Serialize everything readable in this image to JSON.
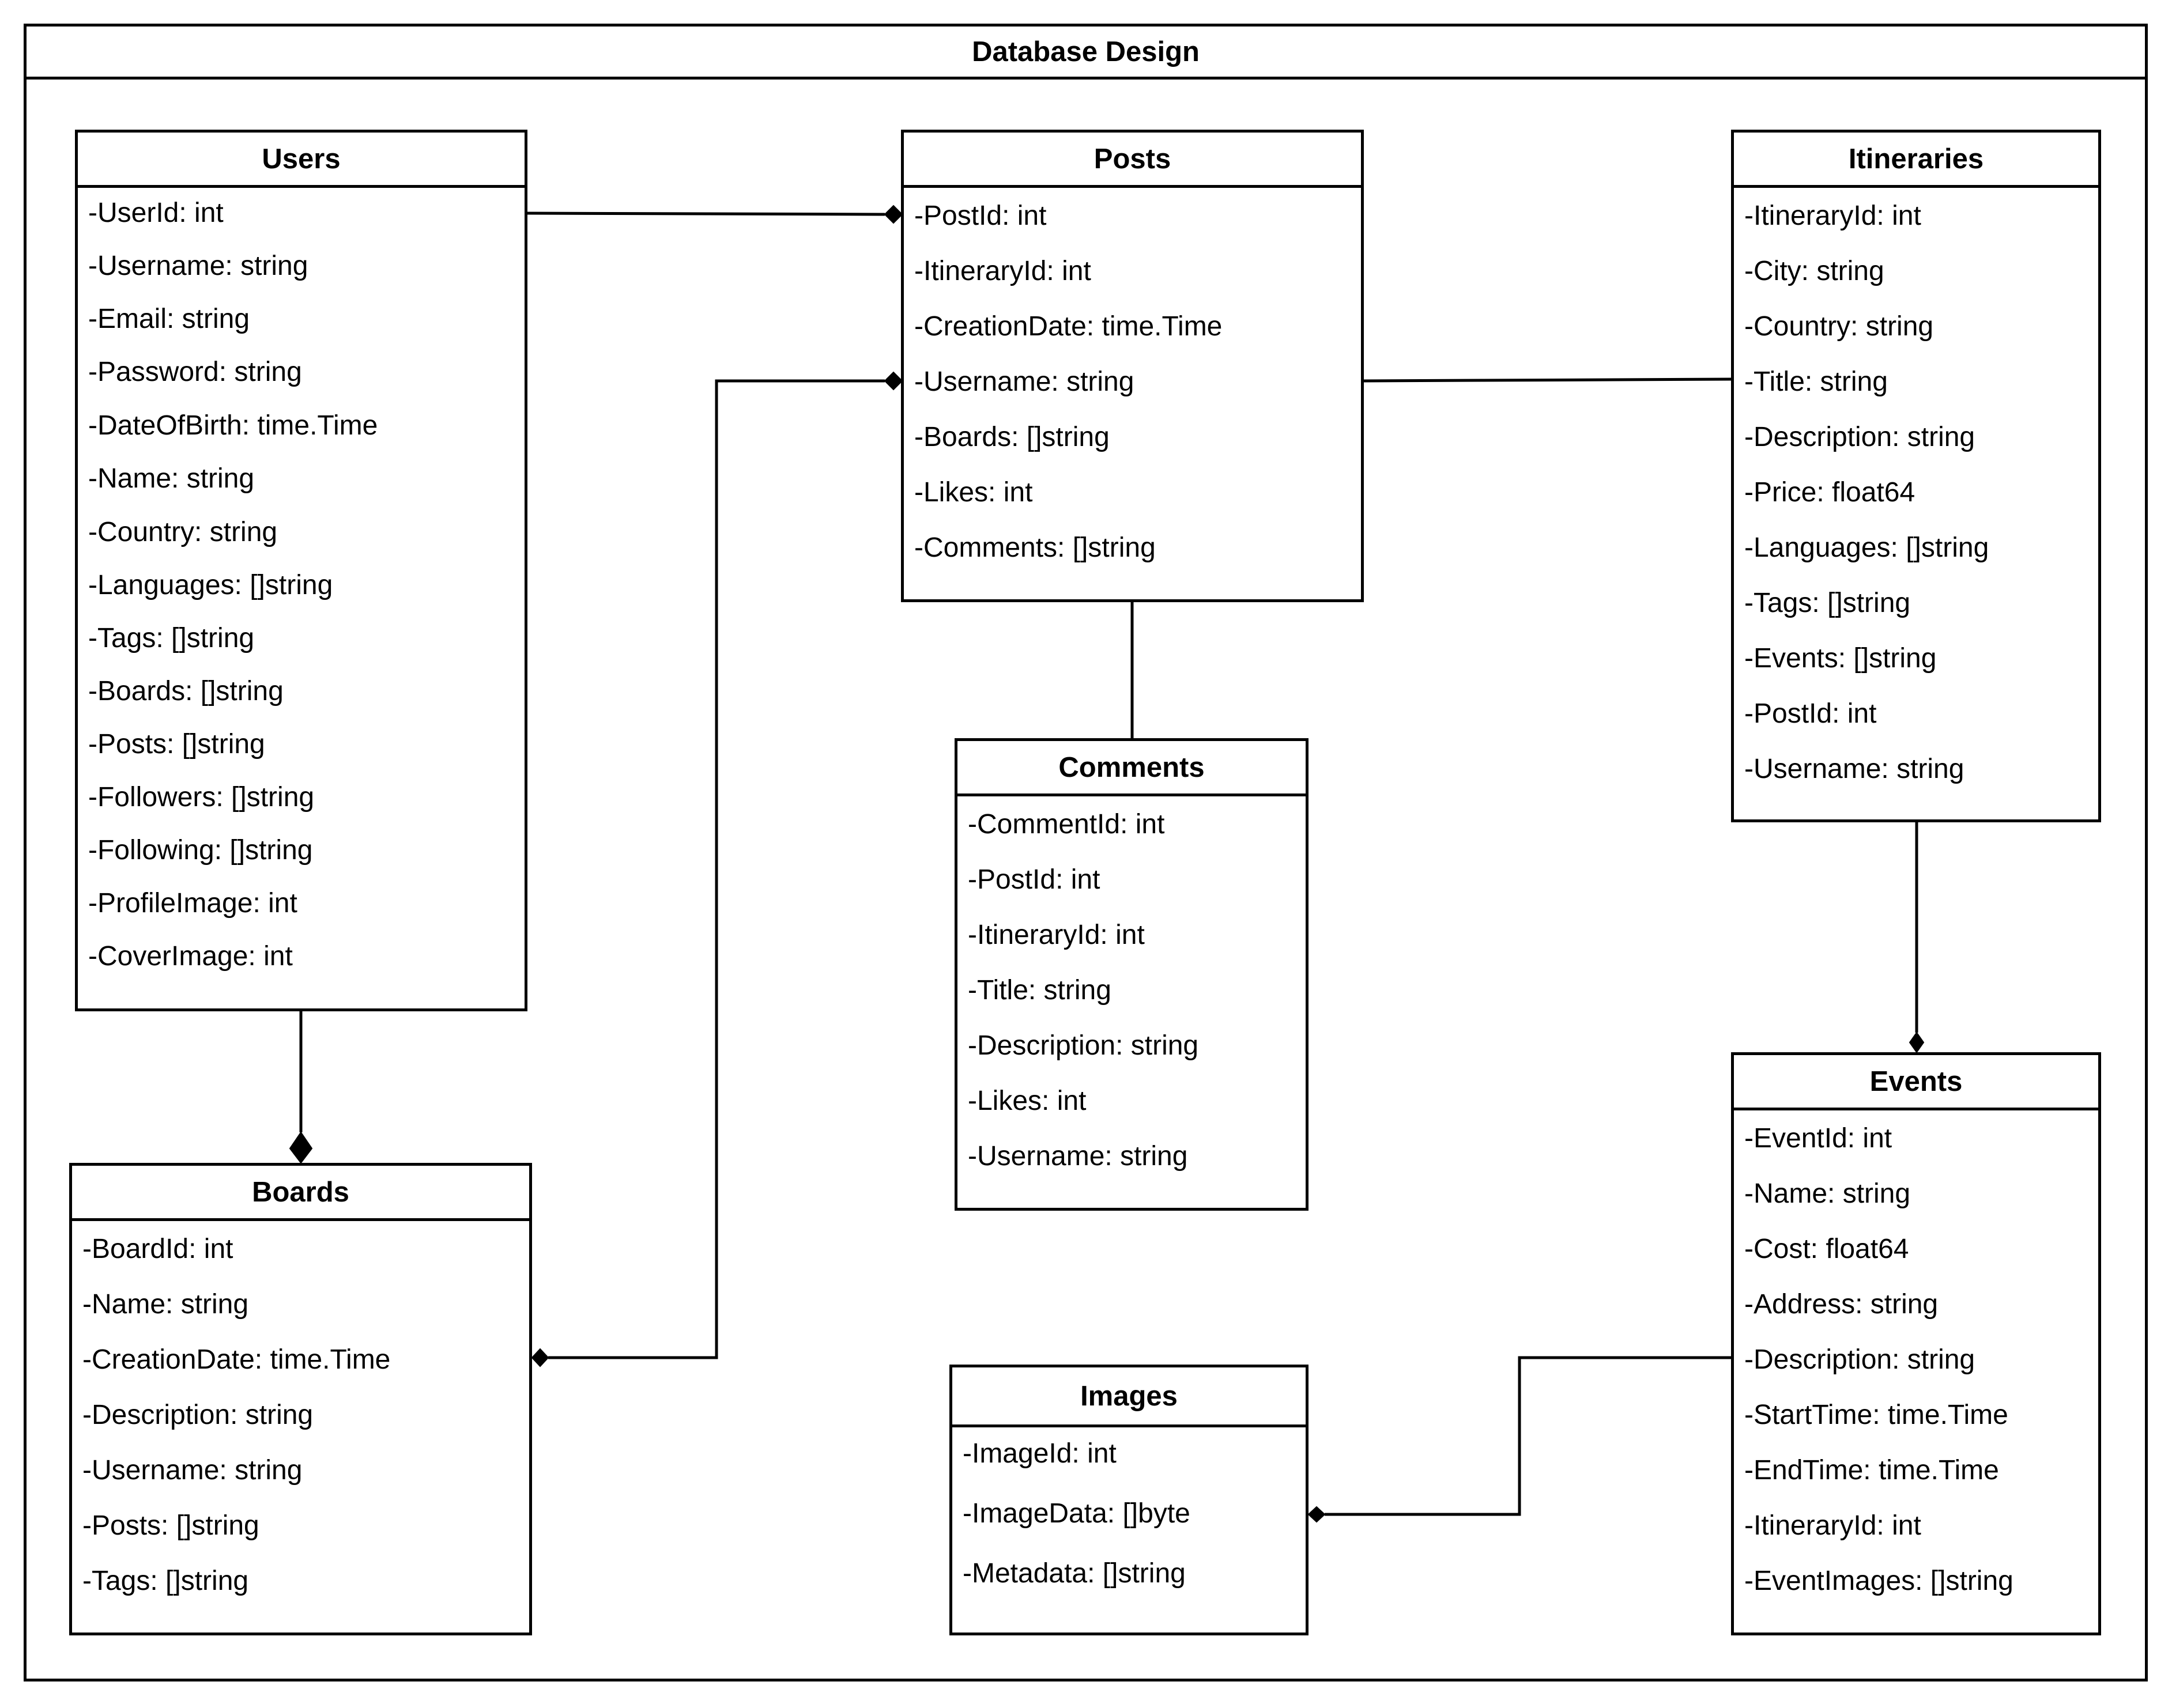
{
  "diagram": {
    "title": "Database Design"
  },
  "entities": {
    "users": {
      "title": "Users",
      "attributes": [
        "-UserId: int",
        "-Username: string",
        "-Email: string",
        "-Password: string",
        "-DateOfBirth: time.Time",
        "-Name: string",
        "-Country: string",
        "-Languages: []string",
        "-Tags: []string",
        "-Boards: []string",
        "-Posts: []string",
        "-Followers: []string",
        "-Following: []string",
        "-ProfileImage: int",
        "-CoverImage: int"
      ]
    },
    "posts": {
      "title": "Posts",
      "attributes": [
        "-PostId: int",
        "-ItineraryId: int",
        "-CreationDate: time.Time",
        "-Username: string",
        "-Boards: []string",
        "-Likes: int",
        "-Comments: []string"
      ]
    },
    "itineraries": {
      "title": "Itineraries",
      "attributes": [
        "-ItineraryId: int",
        "-City: string",
        "-Country: string",
        "-Title: string",
        "-Description: string",
        "-Price: float64",
        "-Languages: []string",
        "-Tags: []string",
        "-Events: []string",
        "-PostId: int",
        "-Username: string"
      ]
    },
    "comments": {
      "title": "Comments",
      "attributes": [
        "-CommentId: int",
        "-PostId: int",
        "-ItineraryId: int",
        "-Title: string",
        "-Description: string",
        "-Likes: int",
        "-Username: string"
      ]
    },
    "boards": {
      "title": "Boards",
      "attributes": [
        "-BoardId: int",
        "-Name: string",
        "-CreationDate: time.Time",
        "-Description: string",
        "-Username: string",
        "-Posts: []string",
        "-Tags: []string"
      ]
    },
    "events": {
      "title": "Events",
      "attributes": [
        "-EventId: int",
        "-Name: string",
        "-Cost: float64",
        "-Address: string",
        "-Description: string",
        "-StartTime: time.Time",
        "-EndTime: time.Time",
        "-ItineraryId: int",
        "-EventImages: []string"
      ]
    },
    "images": {
      "title": "Images",
      "attributes": [
        "-ImageId: int",
        "-ImageData: []byte",
        "-Metadata: []string"
      ]
    }
  }
}
